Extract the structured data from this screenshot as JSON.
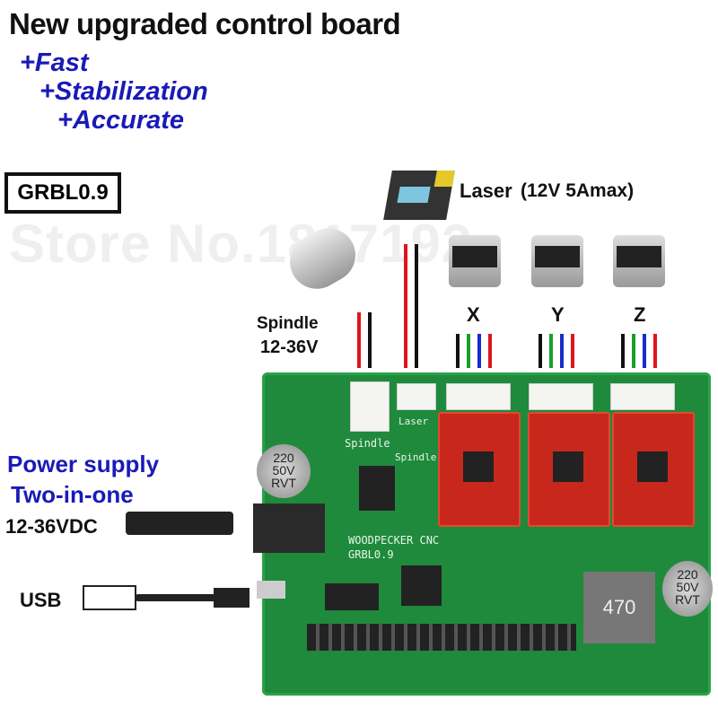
{
  "header": {
    "title": "New upgraded control board",
    "features": [
      "+Fast",
      "+Stabilization",
      "+Accurate"
    ]
  },
  "badge": "GRBL0.9",
  "laser": {
    "name": "Laser",
    "spec": "(12V 5Amax)"
  },
  "spindle": {
    "name": "Spindle",
    "voltage": "12-36V"
  },
  "axes": [
    "X",
    "Y",
    "Z"
  ],
  "power": {
    "line1": "Power supply",
    "line2": "Two-in-one",
    "voltage": "12-36VDC"
  },
  "usb": "USB",
  "board": {
    "brand": "WOODPECKER CNC",
    "firmware": "GRBL0.9",
    "spindle_label": "Spindle",
    "laser_label": "Laser",
    "laser_spindle_label": "Spindle",
    "cap_text": [
      "220",
      "50V",
      "RVT"
    ],
    "inductor": "470"
  },
  "watermark": "Store No.1817192",
  "colors": {
    "feature": "#1a1ab8",
    "board": "#1f8a3c",
    "driver": "#c8281c"
  }
}
